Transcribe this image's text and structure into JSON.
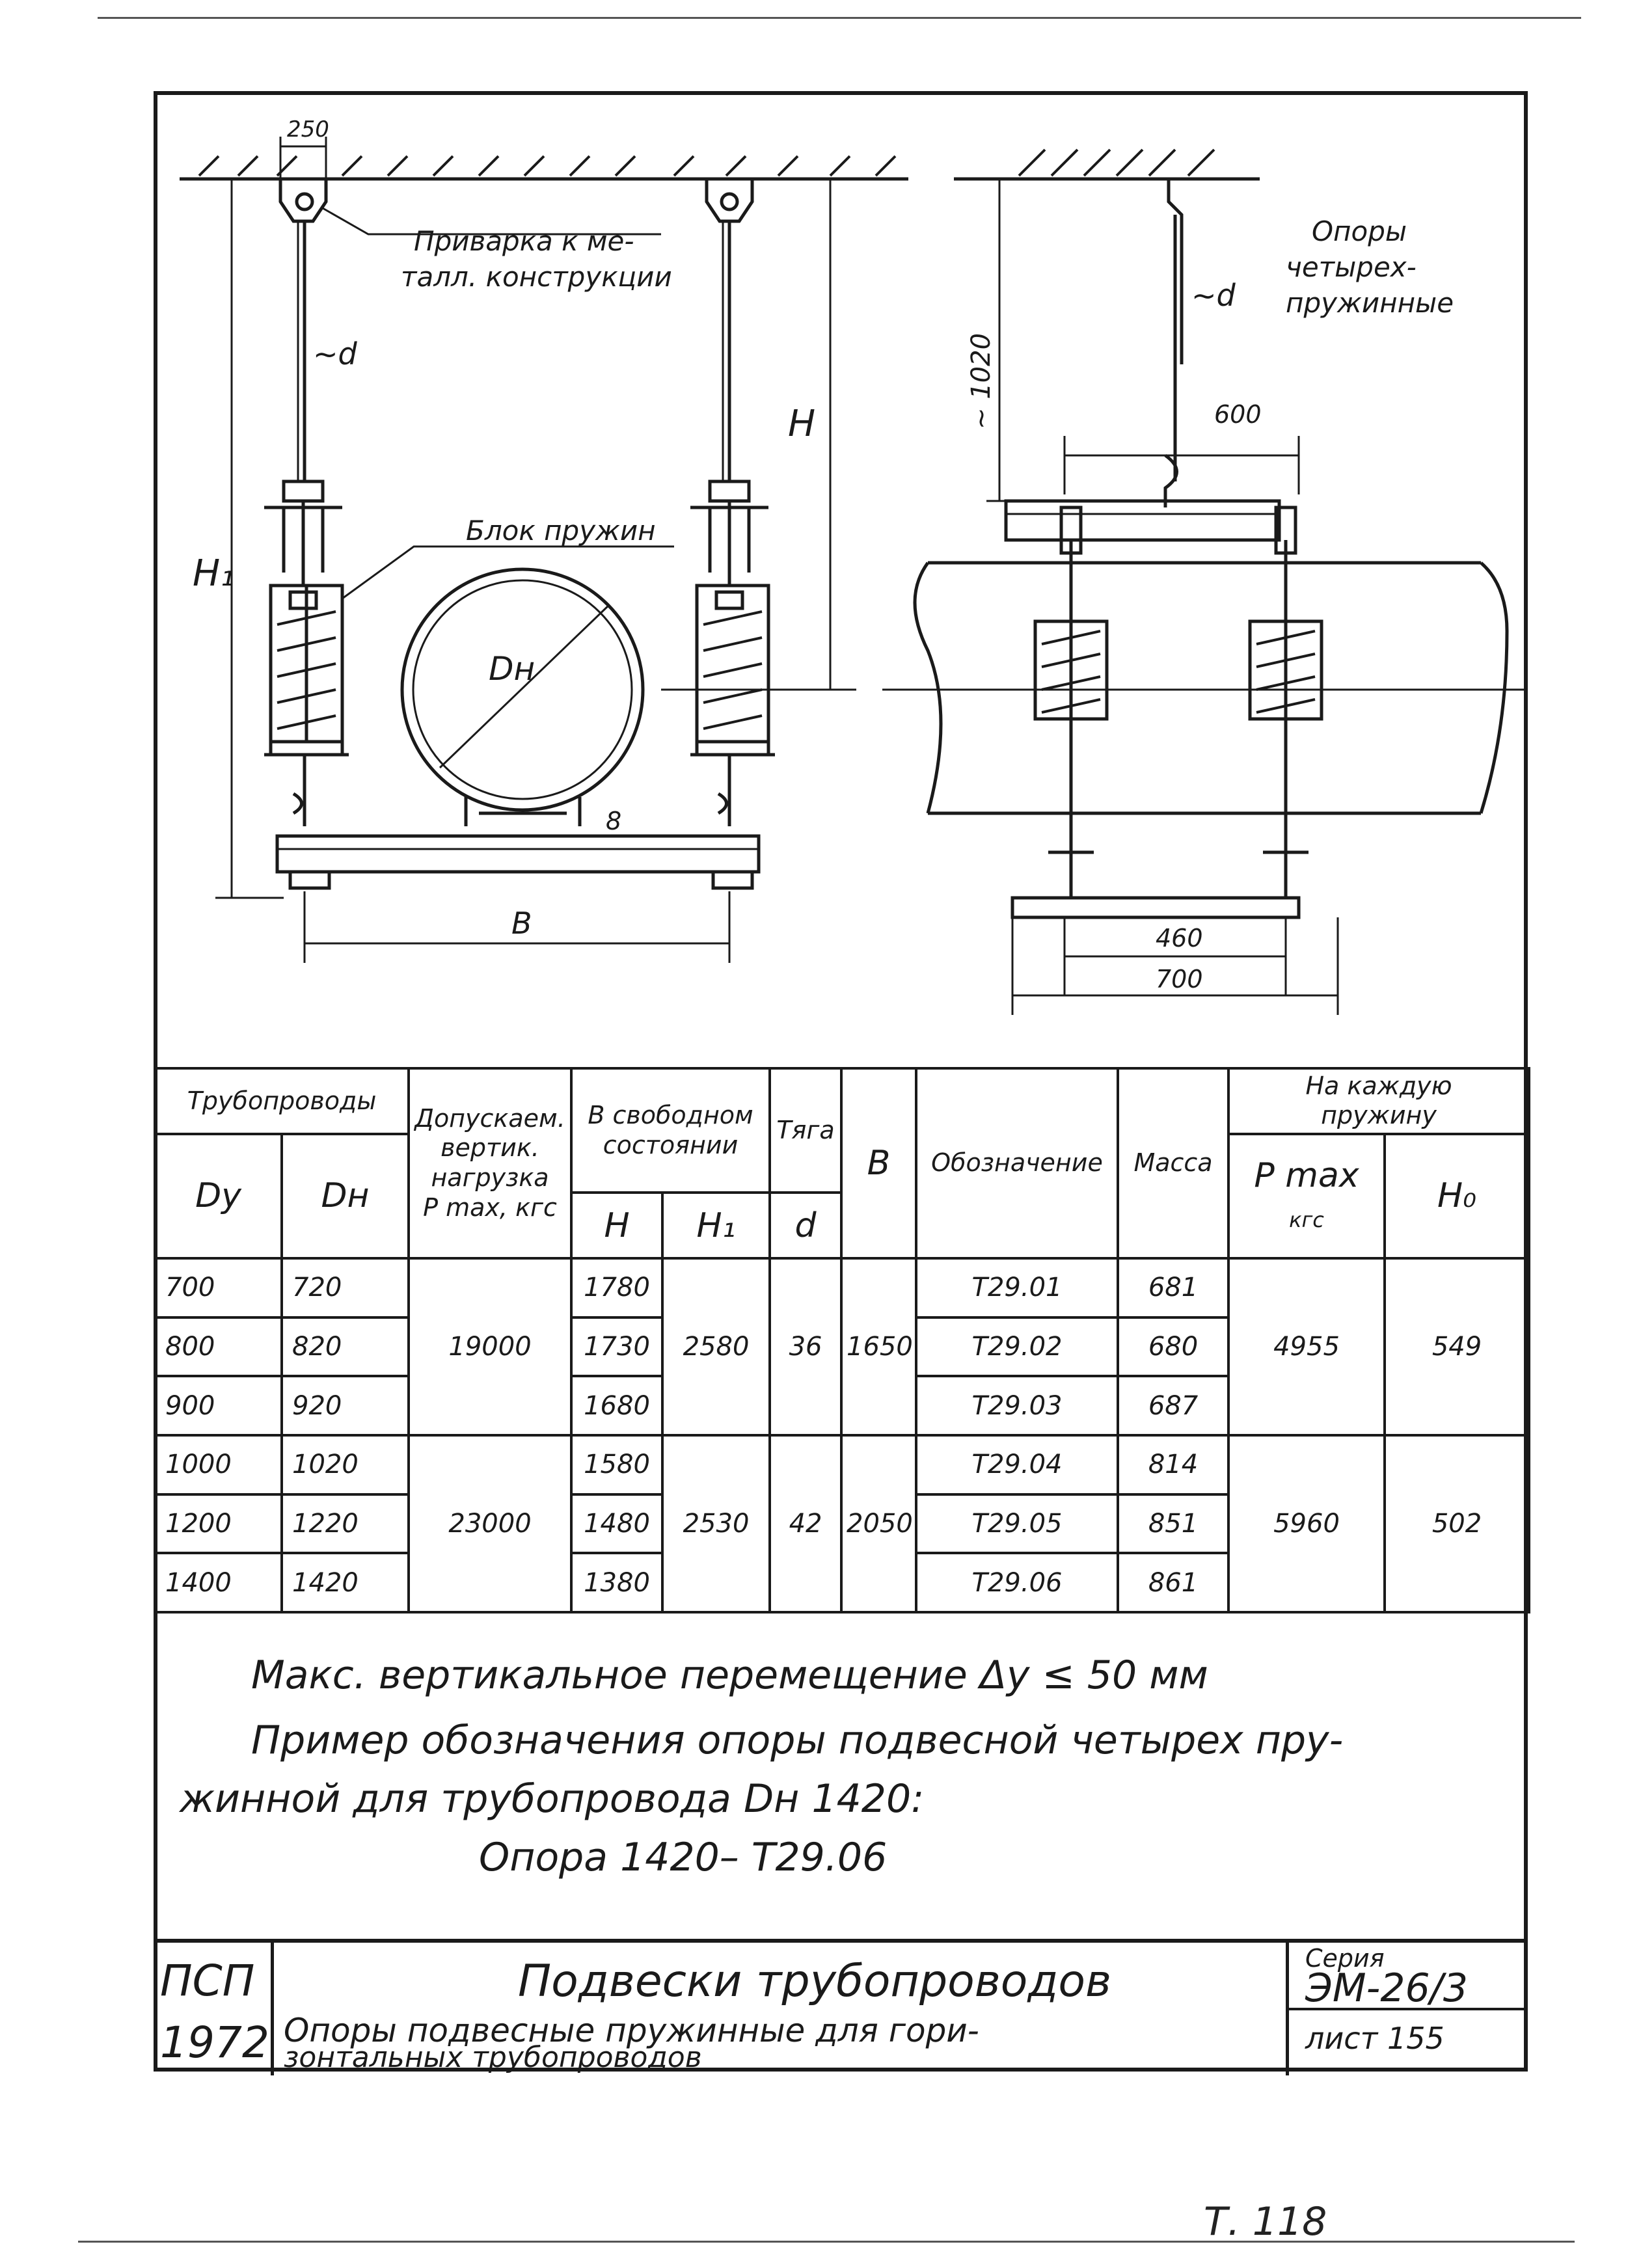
{
  "drawing": {
    "labels": {
      "dim_250": "250",
      "welding_line1": "Приварка к ме-",
      "welding_line2": "талл. конструкции",
      "rod_d_left": "~d",
      "spring_block": "Блок пружин",
      "dim_H1": "H₁",
      "dim_H": "H",
      "pipe_dn": "Dн",
      "dim_8": "8",
      "dim_B": "B",
      "dim_1020": "~ 1020",
      "rod_d_right": "~d",
      "supports_line1": "Опоры",
      "supports_line2": "четырех-",
      "supports_line3": "пружинные",
      "dim_600": "600",
      "dim_460": "460",
      "dim_700": "700"
    }
  },
  "table": {
    "headers": {
      "pipelines": "Трубопроводы",
      "dy": "Dу",
      "dn": "Dн",
      "load_line1": "Допускаем.",
      "load_line2": "вертик.",
      "load_line3": "нагрузка",
      "load_line4": "P max, кгс",
      "free_line1": "В свободном",
      "free_line2": "состоянии",
      "h": "H",
      "h1": "H₁",
      "rod": "Тяга",
      "d": "d",
      "b": "B",
      "designation": "Обозначение",
      "mass": "Масса",
      "per_spring_line1": "На каждую",
      "per_spring_line2": "пружину",
      "pmax_line1": "P max",
      "pmax_line2": "кгс",
      "h0": "H₀"
    },
    "rows": [
      {
        "dy": "700",
        "dn": "720",
        "h": "1780",
        "designation": "Т29.01",
        "mass": "681"
      },
      {
        "dy": "800",
        "dn": "820",
        "h": "1730",
        "designation": "Т29.02",
        "mass": "680"
      },
      {
        "dy": "900",
        "dn": "920",
        "h": "1680",
        "designation": "Т29.03",
        "mass": "687"
      },
      {
        "dy": "1000",
        "dn": "1020",
        "h": "1580",
        "designation": "Т29.04",
        "mass": "814"
      },
      {
        "dy": "1200",
        "dn": "1220",
        "h": "1480",
        "designation": "Т29.05",
        "mass": "851"
      },
      {
        "dy": "1400",
        "dn": "1420",
        "h": "1380",
        "designation": "Т29.06",
        "mass": "861"
      }
    ],
    "groups": [
      {
        "pmax": "19000",
        "h1": "2580",
        "d": "36",
        "b": "1650",
        "spring_pmax": "4955",
        "h0": "549"
      },
      {
        "pmax": "23000",
        "h1": "2530",
        "d": "42",
        "b": "2050",
        "spring_pmax": "5960",
        "h0": "502"
      }
    ]
  },
  "notes": {
    "line1": "Макс. вертикальное перемещение Δу ≤ 50 мм",
    "line2": "Пример обозначения опоры подвесной четырех пру-",
    "line3": "жинной для трубопровода Dн 1420:",
    "line4": "Опора 1420– Т29.06"
  },
  "title_block": {
    "org": "ПСП",
    "year": "1972",
    "title": "Подвески трубопроводов",
    "subtitle_line1": "Опоры подвесные пружинные для гори-",
    "subtitle_line2": "зонтальных трубопроводов",
    "series_label": "Серия",
    "series_value": "ЭМ-26/3",
    "sheet": "лист 155"
  },
  "footer_mark": "Т. 118"
}
